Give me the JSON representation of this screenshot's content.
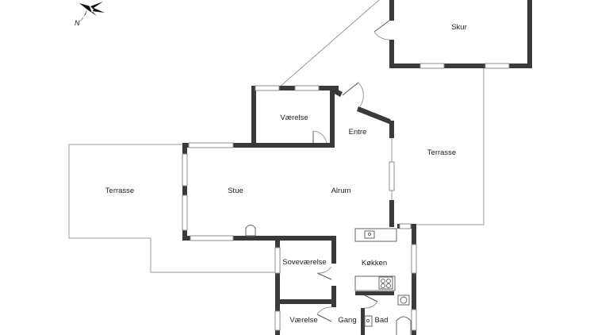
{
  "plan": {
    "compass_letter": "N",
    "rooms": {
      "skur": "Skur",
      "vaerelse_top": "Værelse",
      "entre": "Entre",
      "terrasse_right": "Terrasse",
      "terrasse_left": "Terrasse",
      "stue": "Stue",
      "alrum": "Alrum",
      "sovevaerelse": "Soveværelse",
      "kokken": "Køkken",
      "vaerelse_bottom": "Værelse",
      "gang": "Gang",
      "bad": "Bad"
    }
  }
}
